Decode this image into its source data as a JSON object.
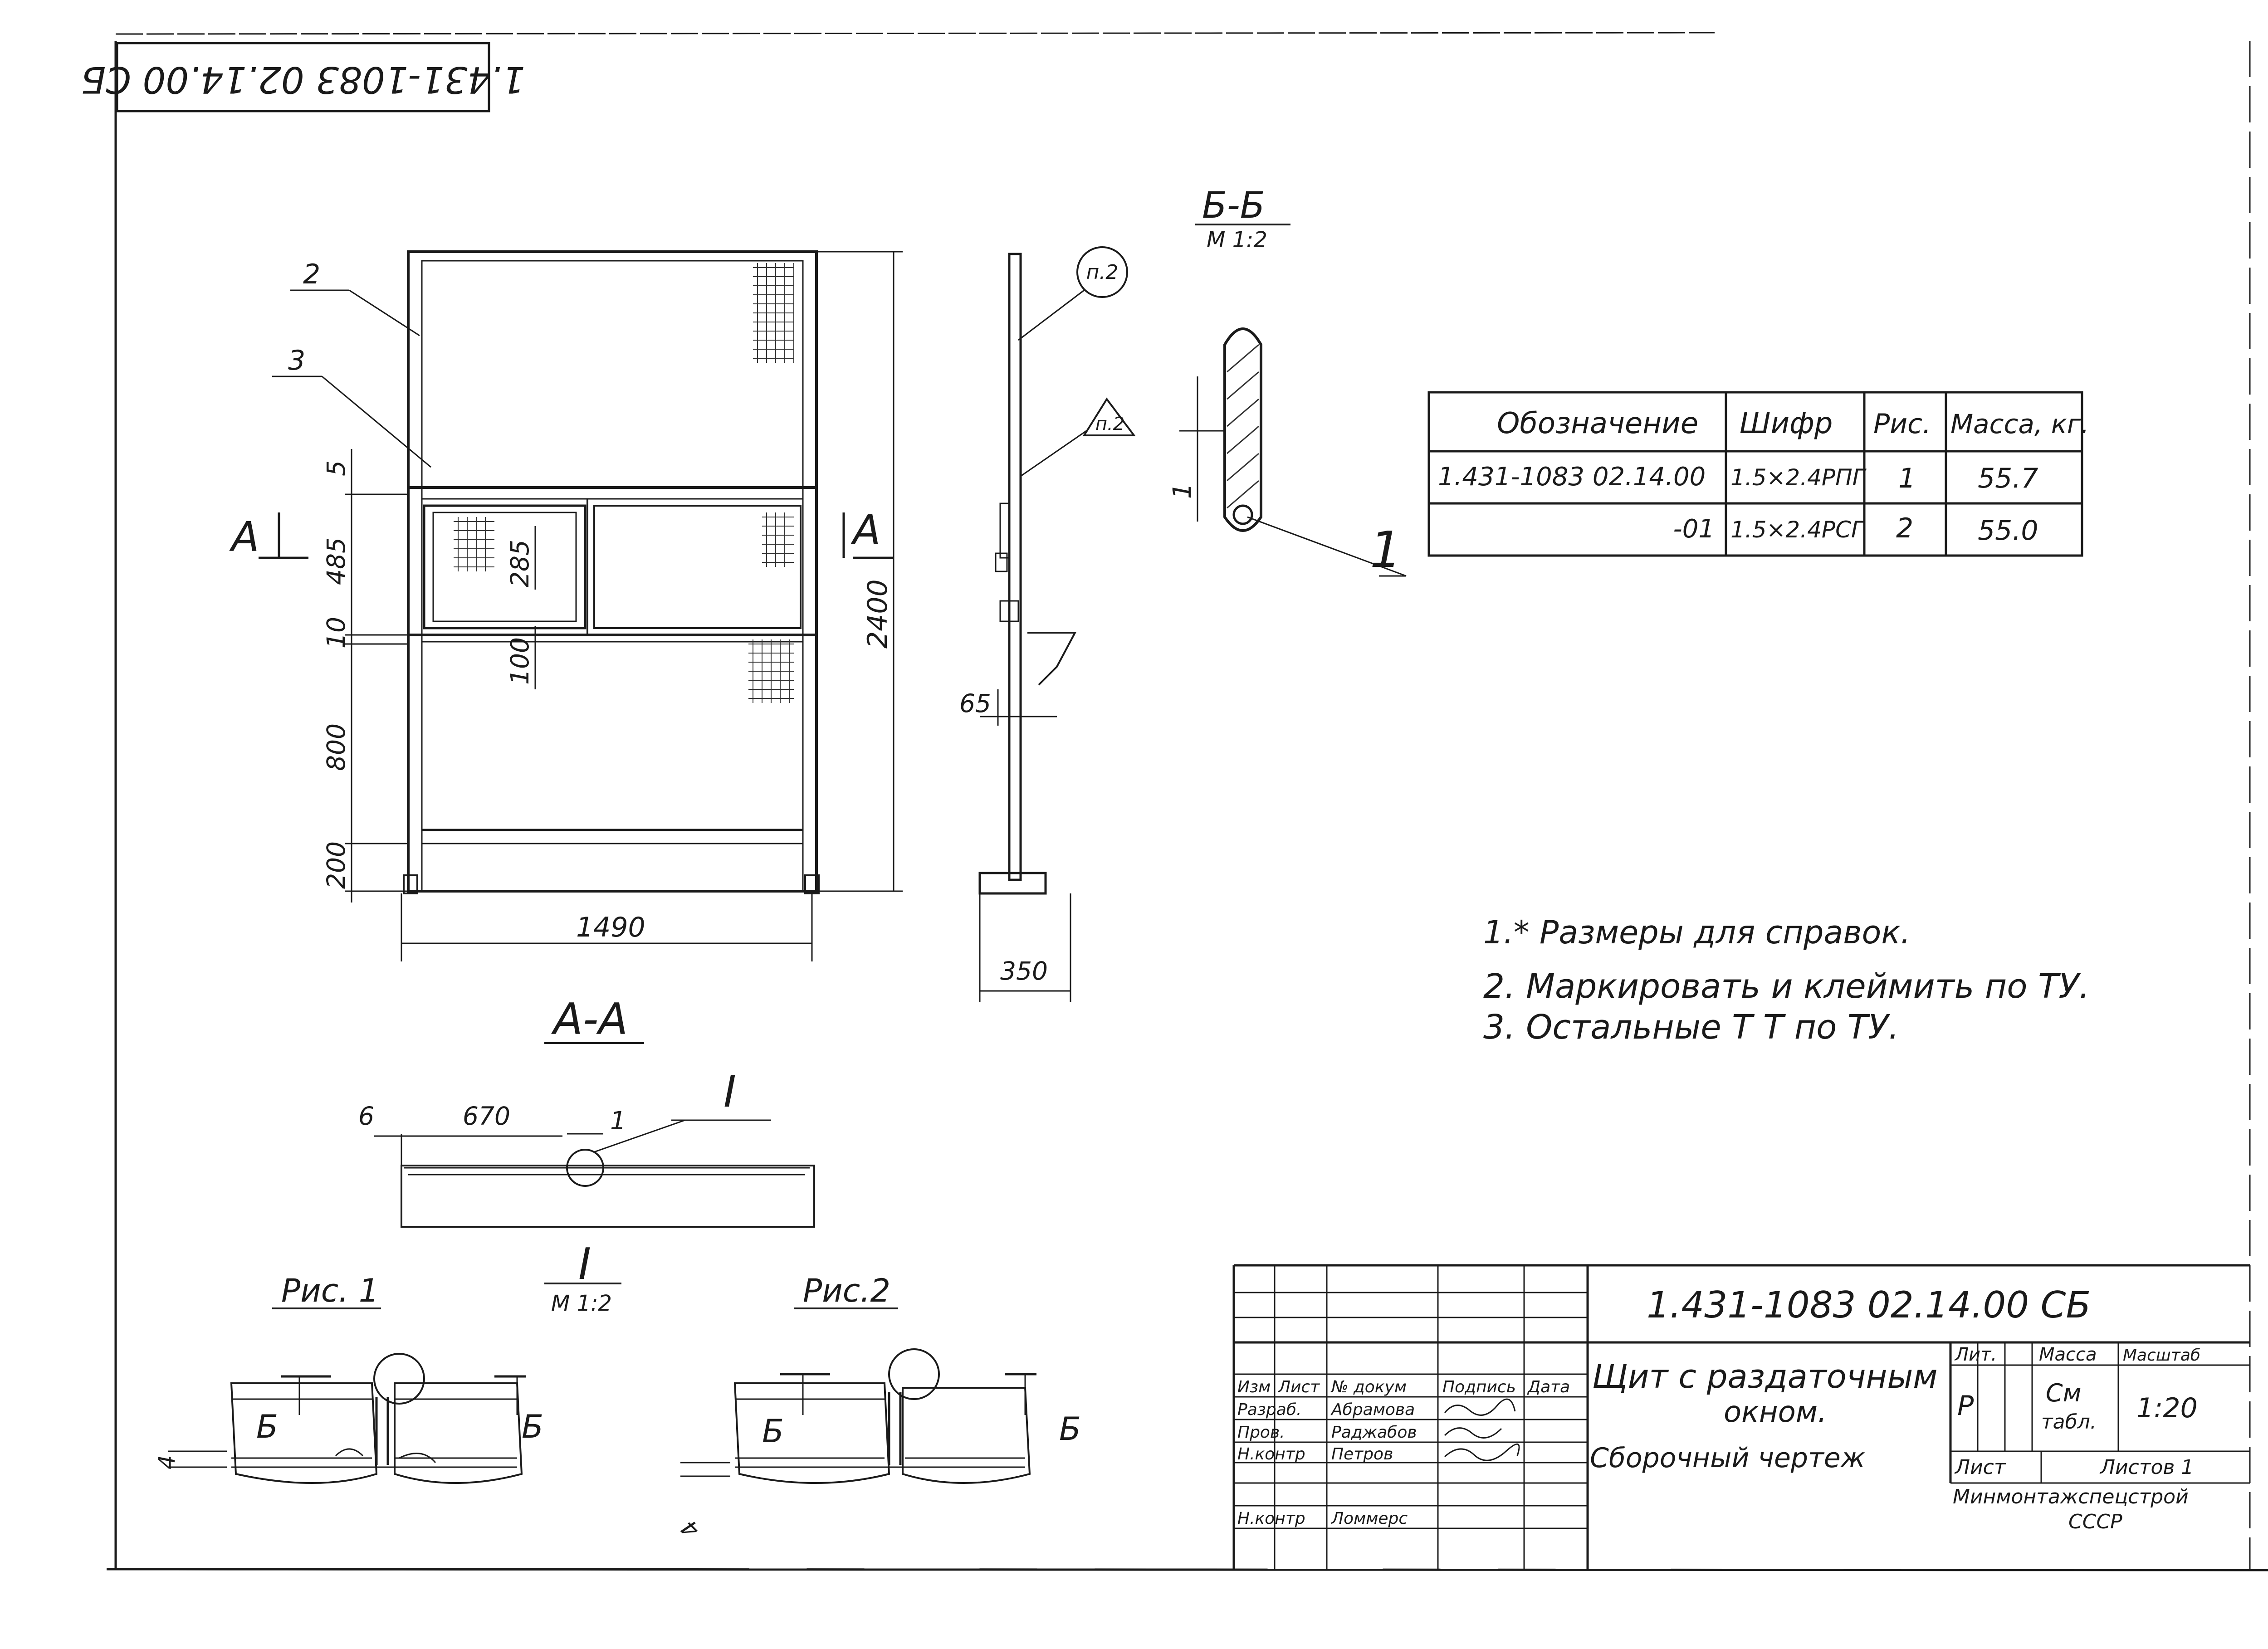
{
  "drawing": {
    "stamp_code_rotated": "1.431-1083 02.14.00 СБ",
    "leaders": {
      "pos2": "2",
      "pos3": "3"
    },
    "section_marks": {
      "a_left": "A",
      "a_right": "A",
      "aa_title": "А-А",
      "bb_title": "Б-Б",
      "bb_scale": "М 1:2",
      "detail_title": "I",
      "detail_scale": "М 1:2"
    },
    "dimensions": {
      "d5": "5",
      "d485": "485",
      "d10": "10",
      "d285": "285",
      "d100": "100",
      "d800": "800",
      "d200": "200",
      "d2400": "2400",
      "d1490": "1490",
      "d65": "65",
      "d350": "350",
      "d6": "6",
      "d670": "670",
      "d1_aa": "1",
      "d1_bb": "1",
      "d4_fig1": "4",
      "d4_fig2": "4"
    },
    "weld_marks": {
      "circle": "п.2",
      "triangle": "п.2"
    },
    "bb_callout": "1",
    "aa_callout": "I",
    "fig1_label": "Рис. 1",
    "fig2_label": "Рис.2",
    "fig_section_letter": "Б"
  },
  "spec_table": {
    "headers": [
      "Обозначение",
      "Шифр",
      "Рис.",
      "Масса, кг."
    ],
    "rows": [
      [
        "1.431-1083 02.14.00",
        "1.5×2.4РПГ",
        "1",
        "55.7"
      ],
      [
        "-01",
        "1.5×2.4РСГ",
        "2",
        "55.0"
      ]
    ]
  },
  "notes": [
    "1.* Размеры для справок.",
    "2. Маркировать и клеймить по ТУ.",
    "3. Остальные  Т Т по ТУ."
  ],
  "title_block": {
    "code": "1.431-1083 02.14.00 СБ",
    "title_line1": "Щит с раздаточным",
    "title_line2": "окном.",
    "title_line3": "Сборочный  чертеж",
    "col_headers": [
      "Изм",
      "Лист",
      "№ докум",
      "Подпись",
      "Дата"
    ],
    "roles": [
      {
        "role": "Разраб.",
        "name": "Абрамова"
      },
      {
        "role": "Пров.",
        "name": "Раджабов"
      },
      {
        "role": "Н.контр",
        "name": "Петров"
      },
      {
        "role": "Н.контр",
        "name": "Ломмерс"
      }
    ],
    "lit_header": "Лит.",
    "mass_header": "Масса",
    "scale_header": "Масштаб",
    "lit_value": "Р",
    "mass_value_1": "См",
    "mass_value_2": "табл.",
    "scale_value": "1:20",
    "sheet_label": "Лист",
    "sheets_label": "Листов 1",
    "org_line1": "Минмонтажспецстрой",
    "org_line2": "СССР"
  }
}
